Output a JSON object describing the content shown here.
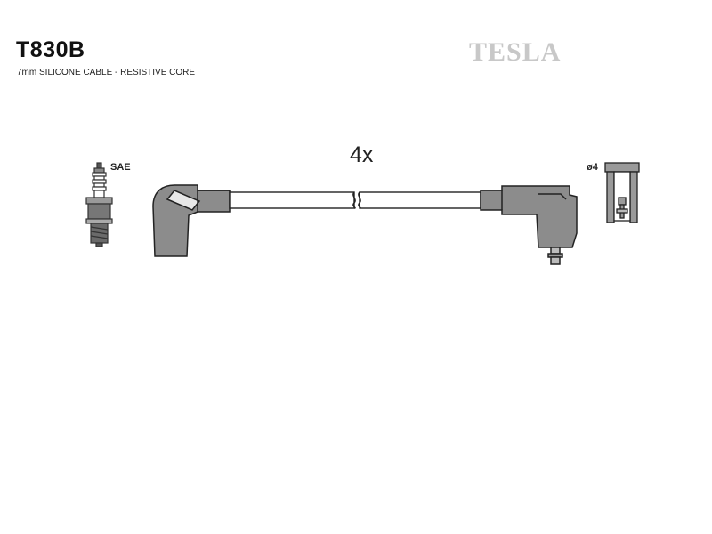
{
  "header": {
    "part_number": "T830B",
    "description": "7mm SILICONE CABLE - RESISTIVE CORE",
    "brand": "TESLA"
  },
  "diagram": {
    "quantity_label": "4x",
    "plug_type_label": "SAE",
    "terminal_label": "ø4"
  }
}
